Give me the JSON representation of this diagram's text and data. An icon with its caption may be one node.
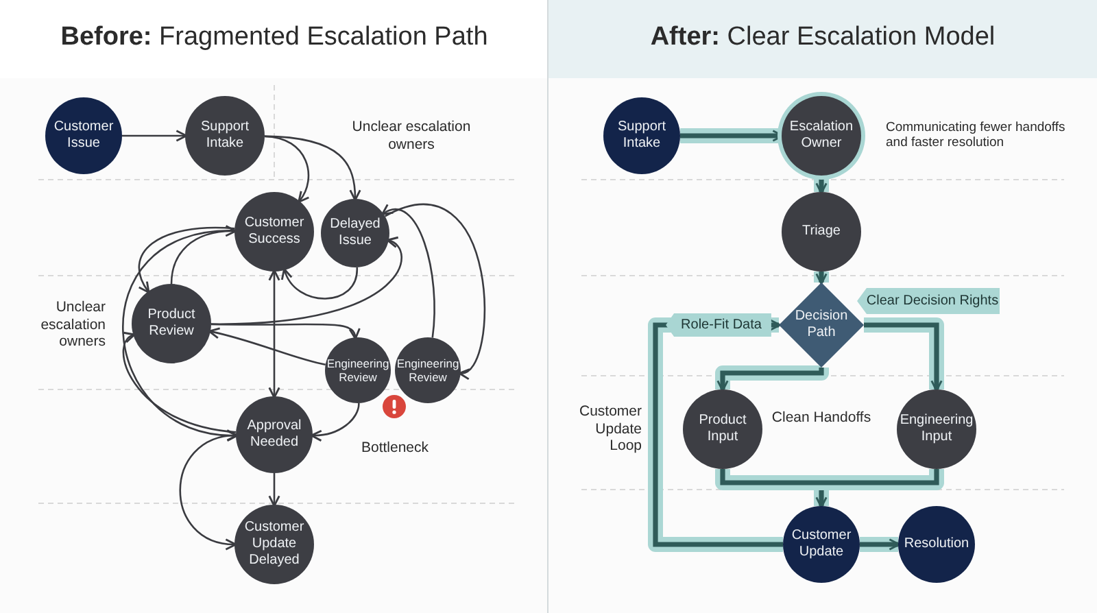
{
  "diagram": {
    "nodes": [
      {
        "text": [
          "Customer Issue"
        ]
      },
      {
        "text": [
          "Support Intake"
        ]
      },
      {
        "text": [
          "Customer Success"
        ]
      },
      {
        "text": [
          "Delayed Issue"
        ]
      },
      {
        "text": [
          "Product Review"
        ]
      },
      {
        "text": [
          "Engineering Review"
        ]
      },
      {
        "text": [
          "Engineering Review"
        ]
      },
      {
        "text": [
          "Approval Needed"
        ]
      },
      {
        "text": [
          "Customer Update Delayed"
        ]
      },
      {
        "text": [
          "Support Intake"
        ]
      },
      {
        "text": [
          "Escalation Owner"
        ]
      },
      {
        "text": [
          "Triage"
        ]
      },
      {
        "text": [
          "Decision Path"
        ]
      },
      {
        "text": [
          "Product Input"
        ]
      },
      {
        "text": [
          "Engineering Input"
        ]
      },
      {
        "text": [
          "Customer Update"
        ]
      },
      {
        "text": [
          "Resolution"
        ]
      },
      {
        "text": [
          "Clear Decision Rights"
        ]
      }
    ],
    "edges": [
      {
        "from": 0,
        "to": 1,
        "arrow": "to"
      },
      {
        "from": 1,
        "to": 2,
        "arrow": "to"
      },
      {
        "from": 1,
        "to": 3,
        "arrow": "to"
      },
      {
        "from": 3,
        "to": 2,
        "arrow": "to"
      },
      {
        "from": 4,
        "to": 2,
        "arrow": "to"
      },
      {
        "from": 2,
        "to": 4,
        "arrow": "to"
      },
      {
        "from": 2,
        "to": 7,
        "arrow": "both"
      },
      {
        "from": 4,
        "to": 3,
        "arrow": "to"
      },
      {
        "from": 4,
        "to": 5,
        "arrow": "to"
      },
      {
        "from": 5,
        "to": 4,
        "arrow": "to"
      },
      {
        "from": 5,
        "to": 7,
        "arrow": "to"
      },
      {
        "from": 6,
        "to": 3,
        "arrow": "to"
      },
      {
        "from": 3,
        "to": 6,
        "arrow": "to"
      },
      {
        "from": 2,
        "to": 7,
        "arrow": "to"
      },
      {
        "from": 7,
        "to": 4,
        "arrow": "to"
      },
      {
        "from": 7,
        "to": 8,
        "arrow": "to"
      },
      {
        "from": 7,
        "to": 8,
        "arrow": "both"
      },
      {
        "from": 9,
        "to": 10,
        "arrow": "to",
        "style": "thick",
        "color": "#2f5b59"
      },
      {
        "from": 10,
        "to": 11,
        "arrow": "to",
        "style": "thick",
        "color": "#2f5b59"
      },
      {
        "from": 11,
        "to": 12,
        "arrow": "to",
        "style": "thick",
        "color": "#2f5b59"
      },
      {
        "from": 12,
        "to": 13,
        "arrow": "to",
        "style": "thick",
        "color": "#2f5b59"
      },
      {
        "from": 12,
        "to": 14,
        "arrow": "to",
        "style": "thick",
        "color": "#2f5b59"
      },
      {
        "from": 13,
        "to": 15,
        "arrow": "to",
        "style": "thick",
        "color": "#2f5b59"
      },
      {
        "from": 14,
        "to": 15,
        "arrow": "to",
        "style": "thick",
        "color": "#2f5b59"
      },
      {
        "from": 15,
        "to": 16,
        "arrow": "to",
        "style": "thick",
        "color": "#2f5b59"
      },
      {
        "from": 15,
        "to": 12,
        "arrow": "to",
        "label": "Role-Fit Data",
        "style": "thick",
        "color": "#2f5b59"
      }
    ],
    "labels": [
      "**Before:** Fragmented Escalation Path",
      "**After:** Clear Escalation Model",
      "Unclear escalation owners",
      "Unclear escalation owners",
      "Bottleneck",
      "Communicating fewer handoffs and faster resolution",
      "Customer Update Loop",
      "Clean Handoffs"
    ]
  }
}
